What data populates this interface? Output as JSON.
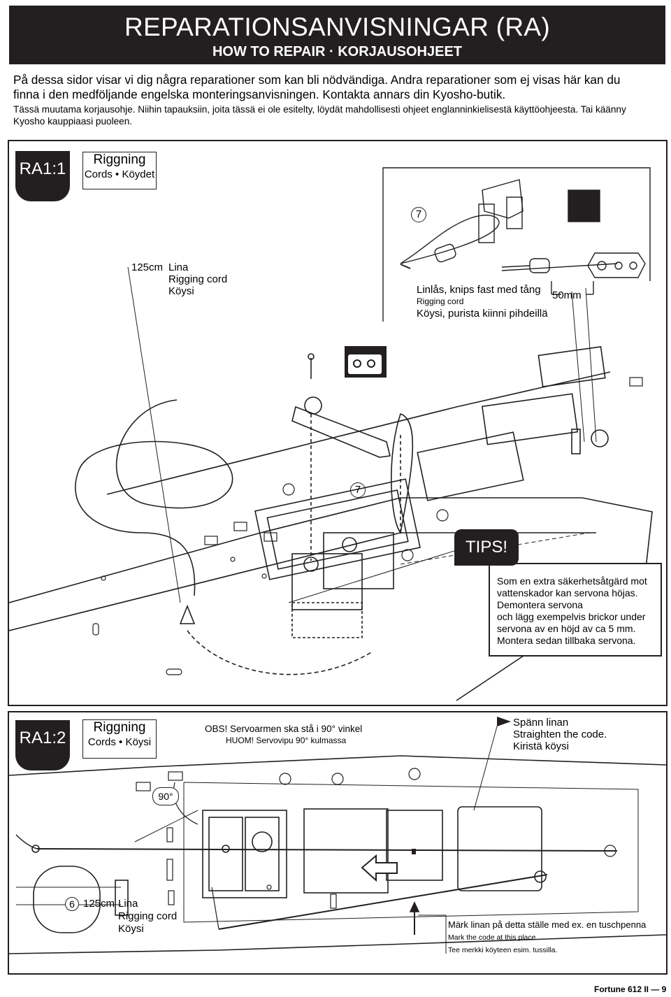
{
  "header": {
    "title": "REPARATIONSANVISNINGAR (RA)",
    "subtitle": "HOW TO REPAIR · KORJAUSOHJEET"
  },
  "intro": {
    "sv_line1": "På dessa sidor visar vi dig några reparationer som kan bli nödvändiga. Andra reparationer som ej visas här kan du",
    "sv_line2": "finna i den medföljande engelska monteringsanvisningen. Kontakta annars din Kyosho-butik.",
    "fi_line1": "Tässä muutama korjausohje. Niihin tapauksiin, joita tässä ei ole esitelty, löydät mahdollisesti ohjeet englanninkielisestä käyttöohjeesta. Tai käänny",
    "fi_line2": "Kyosho kauppiaasi puoleen."
  },
  "ra1": {
    "tab": "RA1:1",
    "title": "Riggning",
    "subtitle": "Cords • Köydet",
    "length": "125cm",
    "cord_sv": "Lina",
    "cord_en": "Rigging cord",
    "cord_fi": "Köysi",
    "part_number": "7",
    "lock_sv": "Linlås, knips fast med tång",
    "lock_en": "Rigging cord",
    "lock_fi": "Köysi, purista kiinni pihdeillä",
    "measure": "50mm",
    "tips_title": "TIPS!",
    "tips_lines": [
      "Som en extra säkerhetsåtgärd mot",
      "vattenskador kan servona höjas.",
      "Demontera servona",
      "och lägg exempelvis brickor under",
      "servona av en höjd av ca 5 mm.",
      "Montera sedan tillbaka servona."
    ]
  },
  "ra2": {
    "tab": "RA1:2",
    "title": "Riggning",
    "subtitle": "Cords • Köysi",
    "obs_sv": "OBS! Servoarmen ska stå i 90° vinkel",
    "obs_fi": "HUOM! Servovipu 90° kulmassa",
    "angle": "90°",
    "tension_sv": "Spänn linan",
    "tension_en": "Straighten the code.",
    "tension_fi": "Kiristä köysi",
    "part_number": "6",
    "length": "125cm",
    "cord_sv": "Lina",
    "cord_en": "Rigging cord",
    "cord_fi": "Köysi",
    "mark_sv": "Märk linan på detta ställe med ex. en tuschpenna",
    "mark_en": "Mark the code at this place",
    "mark_fi": "Tee merkki köyteen esim. tussilla."
  },
  "footer": {
    "text": "Fortune 612 II — 9"
  }
}
